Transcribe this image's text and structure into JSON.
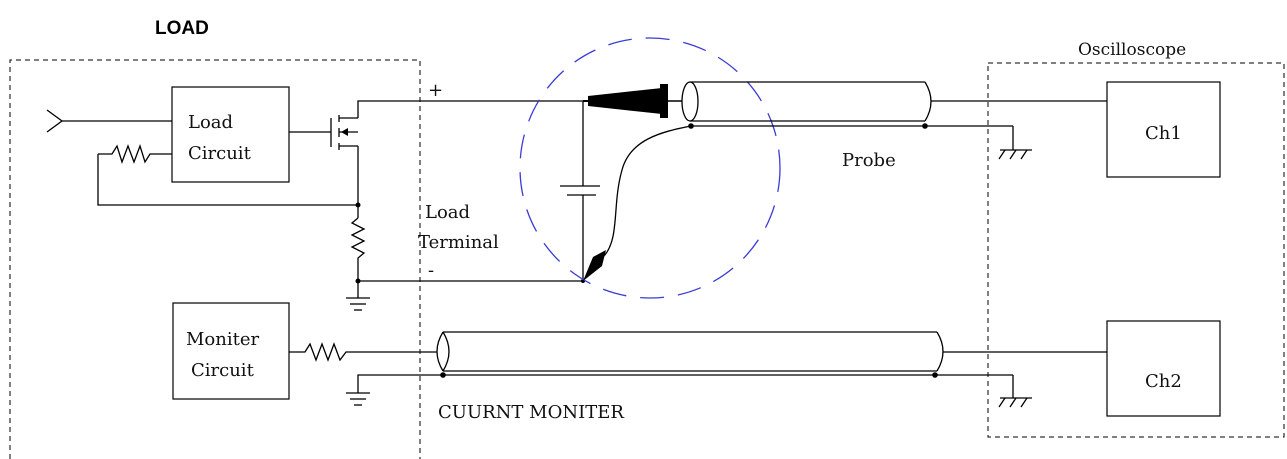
{
  "labels": {
    "load_title": "LOAD",
    "oscilloscope_title": "Oscilloscope",
    "load_circuit_line1": "Load",
    "load_circuit_line2": "Circuit",
    "moniter_circuit_line1": "Moniter",
    "moniter_circuit_line2": "Circuit",
    "load_terminal_line1": "Load",
    "load_terminal_line2": "Terminal",
    "plus_sign": "+",
    "minus_sign": "-",
    "probe": "Probe",
    "ch1": "Ch1",
    "ch2": "Ch2",
    "current_monitor": "CUURNT MONITER"
  },
  "colors": {
    "wire": "#000000",
    "probe_circle": "#3b3bd6"
  }
}
